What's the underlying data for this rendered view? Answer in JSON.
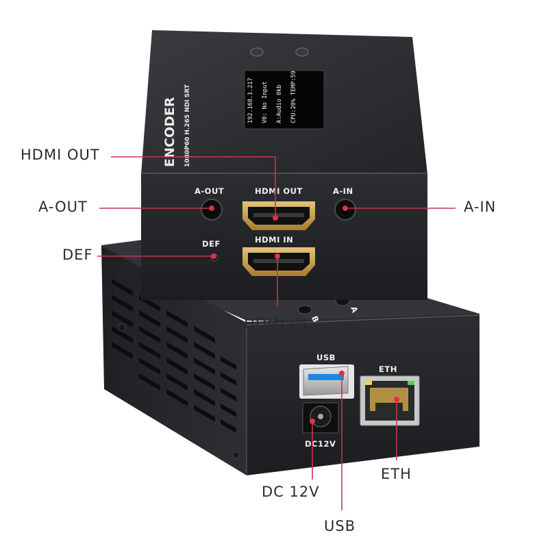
{
  "product": {
    "brand_text": "ENCODER",
    "model_text": "1080P60 H.265 NDI SRT",
    "display_lines": [
      "192.168.1.217",
      "V0: No Input",
      "A:Audio 0kb",
      "CPU:20%  TEMP:59"
    ]
  },
  "front_panel": {
    "a_out": "A-OUT",
    "hdmi_out": "HDMI  OUT",
    "a_in": "A-IN",
    "def": "DEF",
    "hdmi_in": "HDMI  IN"
  },
  "back_panel": {
    "usb": "USB",
    "eth": "ETH",
    "dc": "DC12V",
    "btn_a": "A",
    "btn_b": "B"
  },
  "callouts": {
    "hdmi_out": "HDMI OUT",
    "a_out": "A-OUT",
    "a_in": "A-IN",
    "def": "DEF",
    "hdmi_in": "HDMI IN",
    "dc": "DC 12V",
    "usb": "USB",
    "eth": "ETH"
  },
  "colors": {
    "callout_line": "#c8334f",
    "callout_dot": "#e0304a",
    "body": "#2a2b2e",
    "body_dark": "#1b1c1e",
    "gold": "#c9a24a"
  }
}
